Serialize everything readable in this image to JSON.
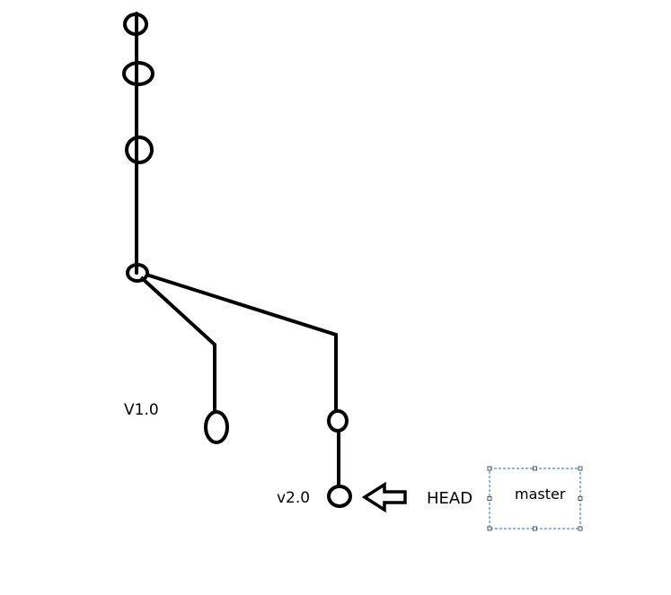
{
  "diagram": {
    "labels": {
      "v1": "V1.0",
      "v2": "v2.0",
      "head": "HEAD",
      "master": "master"
    },
    "colors": {
      "stroke": "#000000",
      "selection": "#1e6fb8",
      "background": "#ffffff"
    }
  }
}
